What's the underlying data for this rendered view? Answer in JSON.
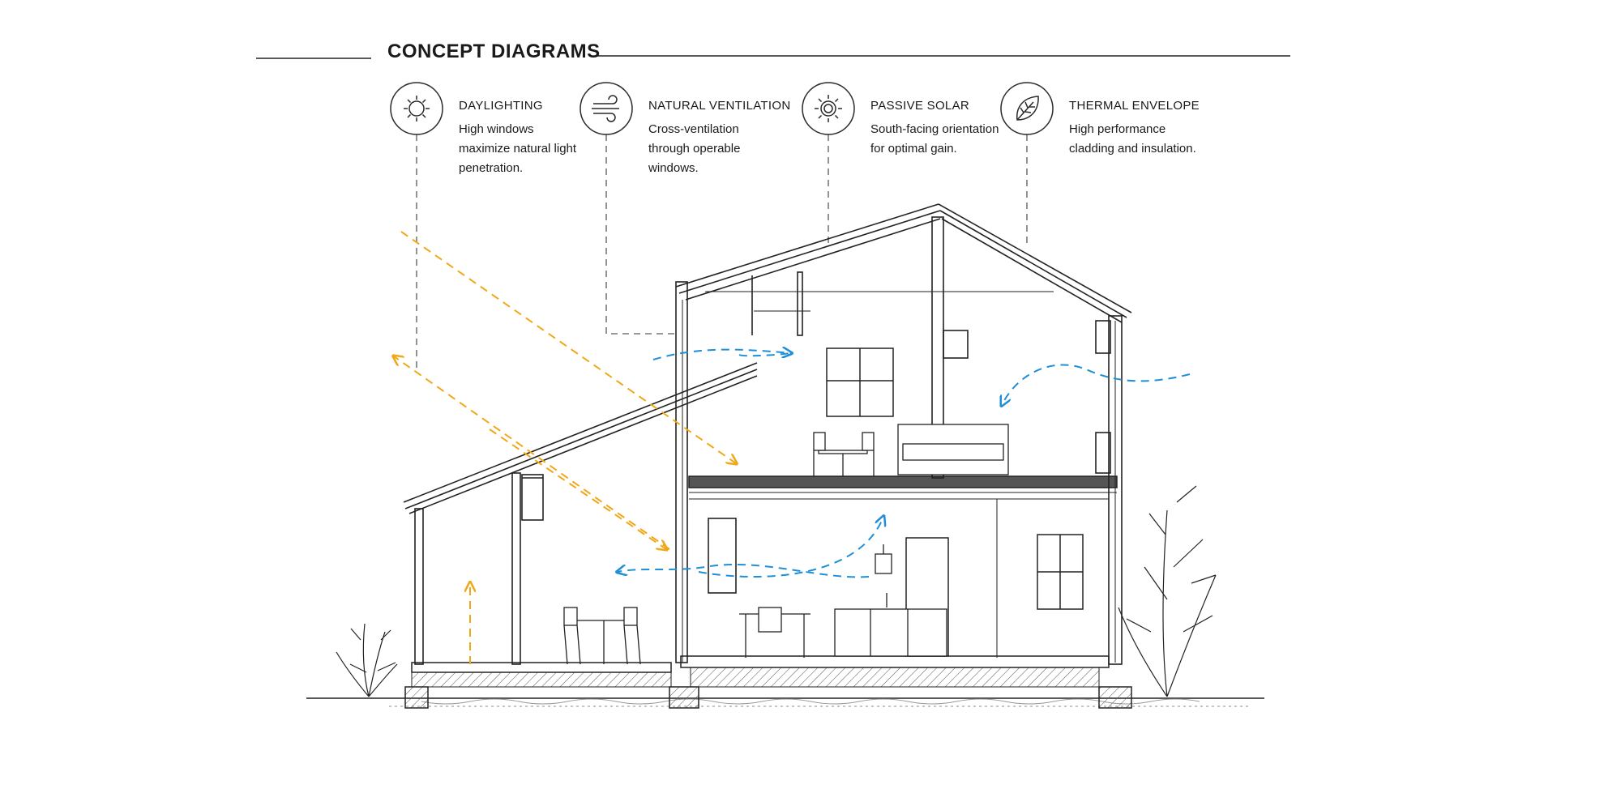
{
  "header": {
    "title": "CONCEPT DIAGRAMS"
  },
  "concepts": [
    {
      "title": "DAYLIGHTING",
      "desc": "High windows maximize natural light penetration.",
      "icon": "sun-icon"
    },
    {
      "title": "NATURAL VENTILATION",
      "desc": "Cross-ventilation through operable windows.",
      "icon": "wind-icon"
    },
    {
      "title": "PASSIVE SOLAR",
      "desc": "South-facing orientation for optimal gain.",
      "icon": "solar-icon"
    },
    {
      "title": "THERMAL ENVELOPE",
      "desc": "High performance cladding and insulation.",
      "icon": "leaf-icon"
    }
  ],
  "colors": {
    "ink": "#2a2a2a",
    "sun_arrow": "#f0a818",
    "air_arrow": "#1f8fd8",
    "leader": "#777777"
  }
}
